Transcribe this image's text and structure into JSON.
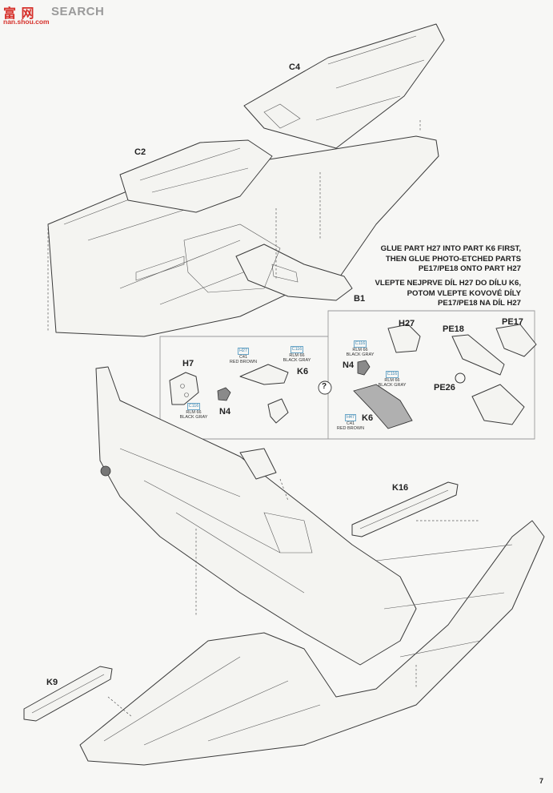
{
  "watermark": {
    "logo": "富 网",
    "brand": "SEARCH",
    "url": "nan.shou.com"
  },
  "parts": {
    "c4": "C4",
    "c2": "C2",
    "b1": "B1",
    "h7": "H7",
    "n4_left": "N4",
    "k6_left": "K6",
    "h27": "H27",
    "n4_right": "N4",
    "k6_right": "K6",
    "pe18": "PE18",
    "pe17": "PE17",
    "pe26": "PE26",
    "k16": "K16",
    "k9": "K9"
  },
  "colors": {
    "h27_left": {
      "code": "H27",
      "sub": "C41",
      "name": "RED BROWN"
    },
    "k6_left": {
      "code": "C116",
      "sub": "RLM 66",
      "name": "BLACK GRAY"
    },
    "n4_left": {
      "code": "C116",
      "sub": "RLM 66",
      "name": "BLACK GRAY"
    },
    "h27_right": {
      "code": "C116",
      "sub": "RLM 66",
      "name": "BLACK GRAY"
    },
    "n4_right": {
      "code": "C116",
      "sub": "RLM 66",
      "name": "BLACK GRAY"
    },
    "k6_right": {
      "code": "H47",
      "sub": "C41",
      "name": "RED BROWN"
    }
  },
  "info_mark": "?",
  "instructions": {
    "en": [
      "GLUE PART H27 INTO PART K6 FIRST,",
      "THEN GLUE PHOTO-ETCHED PARTS",
      "PE17/PE18 ONTO PART H27"
    ],
    "cz": [
      "VLEPTE NEJPRVE DÍL H27 DO DÍLU K6,",
      "POTOM VLEPTE KOVOVÉ DÍLY",
      "PE17/PE18 NA DÍL H27"
    ]
  },
  "page_number": "7"
}
